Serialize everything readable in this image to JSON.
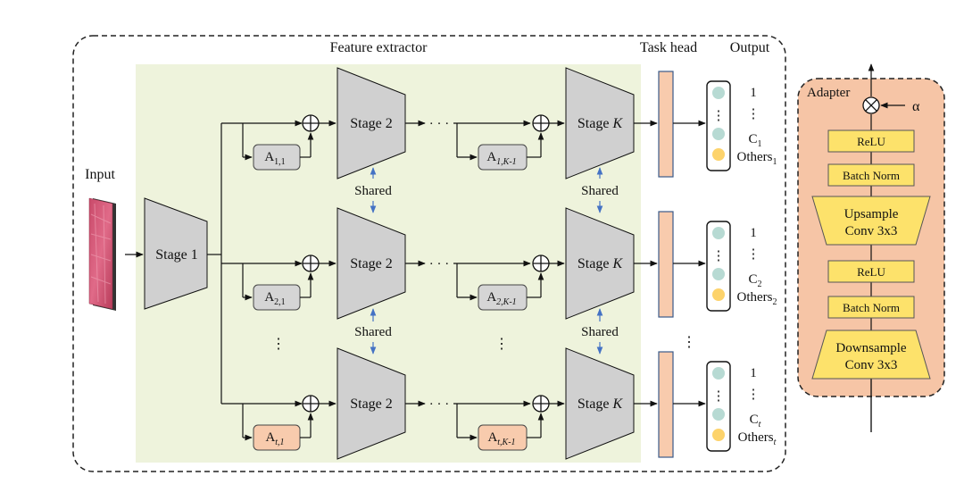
{
  "labels": {
    "feature_extractor": "Feature extractor",
    "task_head": "Task head",
    "output": "Output",
    "input": "Input",
    "stage1": "Stage 1",
    "stage2": "Stage 2",
    "stageK_prefix": "Stage ",
    "stageK_var": "K",
    "shared": "Shared",
    "one": "1",
    "hdots": "· · ·",
    "vdots": "⋮",
    "adapter": "Adapter",
    "alpha": "α",
    "relu": "ReLU",
    "batch_norm": "Batch Norm",
    "upsample_line1": "Upsample",
    "upsample_line2": "Conv 3x3",
    "downsample_line1": "Downsample",
    "downsample_line2": "Conv 3x3"
  },
  "rows": [
    {
      "adapter_first": "A",
      "adapter_first_sub": "1,1",
      "adapter_last": "A",
      "adapter_last_sub": "1,K-1",
      "class_label": "C",
      "class_sub": "1",
      "others": "Others",
      "others_sub": "1"
    },
    {
      "adapter_first": "A",
      "adapter_first_sub": "2,1",
      "adapter_last": "A",
      "adapter_last_sub": "2,K-1",
      "class_label": "C",
      "class_sub": "2",
      "others": "Others",
      "others_sub": "2"
    },
    {
      "adapter_first": "A",
      "adapter_first_sub": "t,1",
      "adapter_last": "A",
      "adapter_last_sub": "t,K-1",
      "class_label": "C",
      "class_sub": "t",
      "others": "Others",
      "others_sub": "t"
    }
  ],
  "colors": {
    "feature_bg": "#eef3dc",
    "stage_fill": "#d0d0d0",
    "adapter_grey": "#d5d5d5",
    "adapter_orange": "#f8cbad",
    "task_head": "#f8cbad",
    "teal_dot": "#b7dad3",
    "yellow_dot": "#fdd36b",
    "adapter_panel": "#f6c5a6",
    "layer_yellow": "#fde26b",
    "shared_arrow": "#4472c4"
  }
}
